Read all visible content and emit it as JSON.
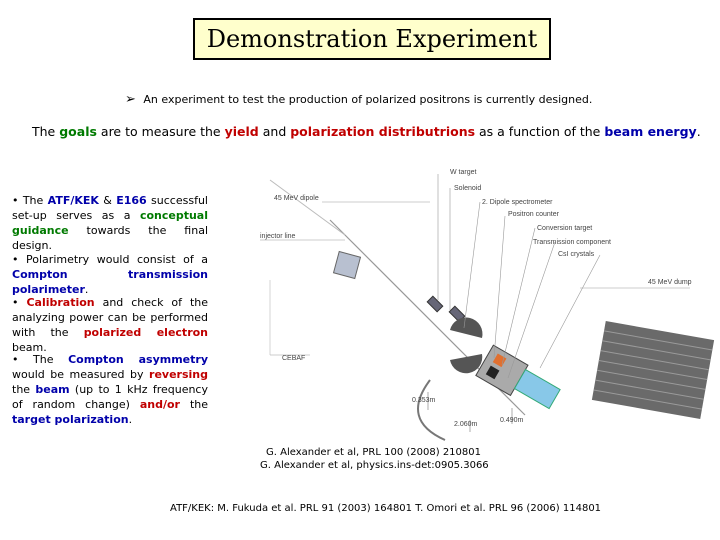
{
  "title": "Demonstration Experiment",
  "intro": "An experiment to test the production of polarized positrons is currently designed.",
  "goals": {
    "p1": "The ",
    "goals": "goals",
    "p2": " are to measure the ",
    "yield": "yield",
    "p3": " and ",
    "polarization": "polarization distributrions",
    "p4": " as a function of the ",
    "beam_energy": "beam energy",
    "p5": "."
  },
  "bullets": [
    {
      "a": "• The ",
      "b": "ATF/KEK",
      "c": " & ",
      "d": "E166",
      "e": " successful set-up serves as a ",
      "f": "conceptual guidance",
      "g": " towards the final design."
    },
    {
      "a": "• Polarimetry would consist of a ",
      "b": "Compton transmission polarimeter",
      "c": "."
    },
    {
      "a": "• ",
      "b": "Calibration",
      "c": " and check of the analyzing power can be performed with the ",
      "d": "polarized electron",
      "e": " beam."
    },
    {
      "a": "• The ",
      "b": "Compton asymmetry",
      "c": " would be measured by ",
      "d": "reversing",
      "e": " the ",
      "f": "beam",
      "g": " (up to 1 kHz frequency of random change) ",
      "h": "and/or",
      "i": " the ",
      "j": "target polarization",
      "k": "."
    }
  ],
  "diagram_labels": {
    "w_target": "W target",
    "solenoid": "Solenoid",
    "dipole_spectrometer": "2. Dipole spectrometer",
    "positron_counter": "Positron counter",
    "conversion_target": "Conversion target",
    "transmission_component": "Transmission component",
    "csi_crystals": "CsI crystals",
    "dipole_45": "45 MeV dipole",
    "injector_line": "injector line",
    "dump_45": "45 MeV dump",
    "cebaf": "CEBAF",
    "d1": "0.353m",
    "d2": "2.060m",
    "d3": "0.490m"
  },
  "references": {
    "ref1": "G. Alexander et al, PRL 100 (2008) 210801",
    "ref2": "G. Alexander et al, physics.ins-det:0905.3066"
  },
  "footer": "ATF/KEK: M. Fukuda et al. PRL 91 (2003) 164801   T. Omori et al. PRL 96 (2006) 114801"
}
